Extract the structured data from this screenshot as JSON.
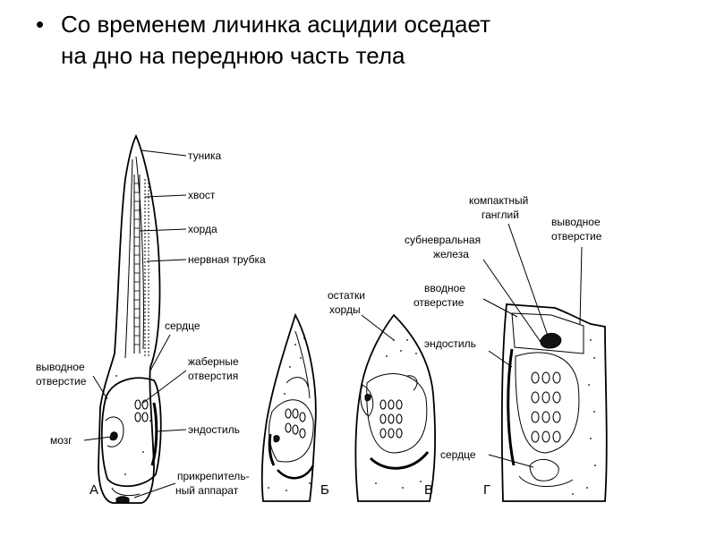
{
  "slide": {
    "bullet": "•",
    "line1": "Со временем личинка асцидии оседает",
    "line2": "на дно на переднюю часть тела"
  },
  "figure": {
    "labels": {
      "tunika": "туника",
      "khvost": "хвост",
      "khorda": "хорда",
      "nervnaya_trubka": "нервная трубка",
      "serdtse_a": "сердце",
      "vyvodnoe_a_1": "выводное",
      "vyvodnoe_a_2": "отверстие",
      "zhabernye_1": "жаберные",
      "zhabernye_2": "отверстия",
      "endostil_a": "эндостиль",
      "mozg": "мозг",
      "prikrepit_1": "прикрепитель-",
      "prikrepit_2": "ный аппарат",
      "ostatki_1": "остатки",
      "ostatki_2": "хорды",
      "kompaktny_1": "компактный",
      "kompaktny_2": "ганглий",
      "subnevr_1": "субневральная",
      "subnevr_2": "железа",
      "vvodnoe_1": "вводное",
      "vvodnoe_2": "отверстие",
      "endostil_g": "эндостиль",
      "vyvodnoe_g_1": "выводное",
      "vyvodnoe_g_2": "отверстие",
      "serdtse_g": "сердце"
    },
    "stages": {
      "a": "А",
      "b": "Б",
      "v": "В",
      "g": "Г"
    }
  }
}
